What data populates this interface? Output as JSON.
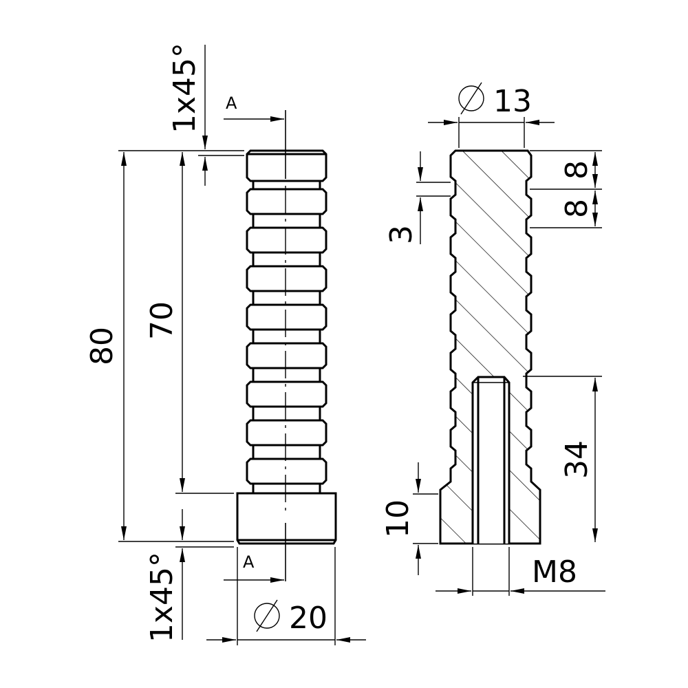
{
  "drawing": {
    "colors": {
      "line": "#000000",
      "background": "#ffffff"
    },
    "side_view": {
      "chamfer_top": "1x45°",
      "chamfer_bottom": "1x45°",
      "section_mark_top": "A",
      "section_mark_bottom": "A",
      "length_total": "80",
      "length_ribbed": "70",
      "diameter": "20",
      "diameter_symbol": "diameter-icon"
    },
    "section_view": {
      "diameter": "13",
      "rib_pitch_1": "8",
      "rib_pitch_2": "8",
      "groove_width": "3",
      "thread_depth": "34",
      "base_height": "10",
      "thread": "M8"
    }
  }
}
